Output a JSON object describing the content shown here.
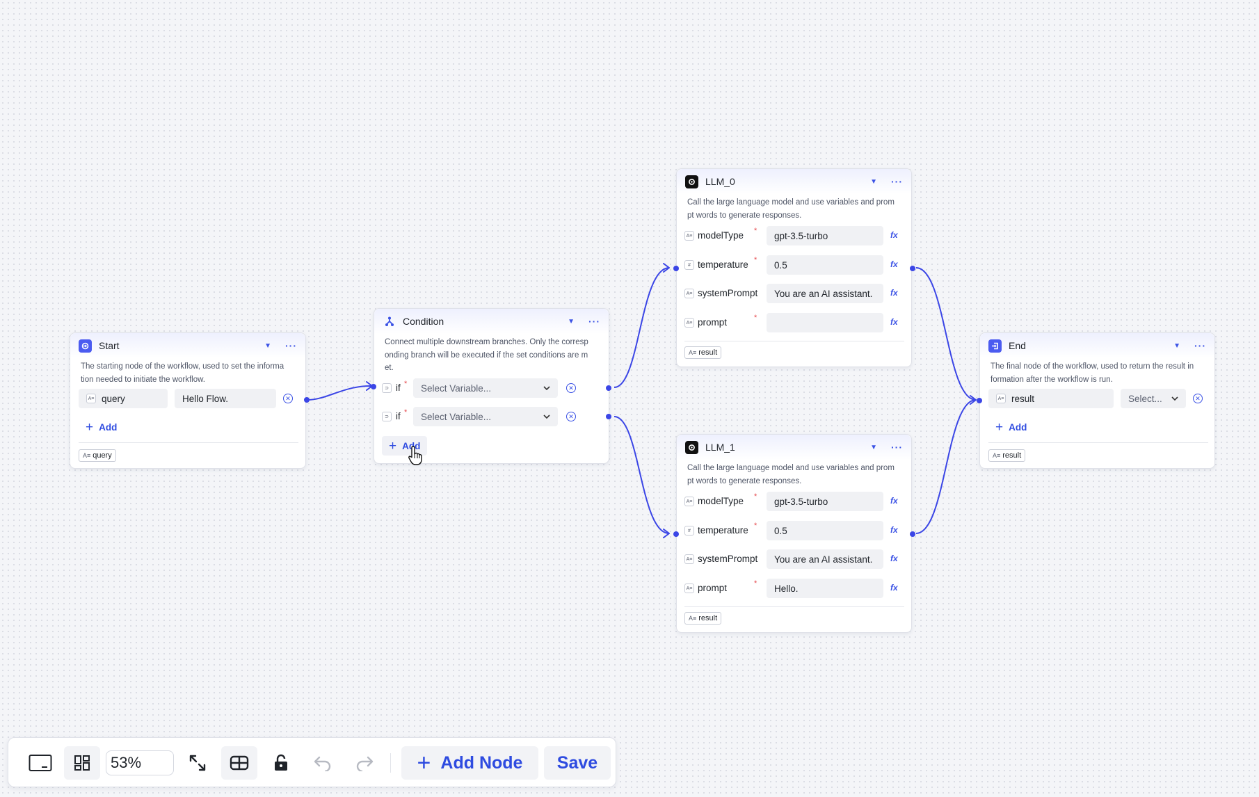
{
  "colors": {
    "accent": "#3b52e5",
    "edge": "#3b46e6",
    "required": "#e5484d",
    "field_bg": "#f0f1f4"
  },
  "nodes": {
    "start": {
      "title": "Start",
      "icon": "start-node-icon",
      "desc_lines": [
        "The starting node of the workflow, used to set the informa",
        "tion needed to initiate the workflow."
      ],
      "input_name": "query",
      "input_value": "Hello Flow.",
      "add_label": "Add",
      "output_chip": "query"
    },
    "condition": {
      "title": "Condition",
      "icon": "branch-icon",
      "desc_lines": [
        "Connect multiple downstream branches. Only the corresp",
        "onding branch will be executed if the set conditions are m",
        "et."
      ],
      "branches": [
        {
          "label": "if",
          "placeholder": "Select Variable..."
        },
        {
          "label": "if",
          "placeholder": "Select Variable..."
        }
      ],
      "add_label": "Add"
    },
    "llm0": {
      "title": "LLM_0",
      "icon": "openai-icon",
      "desc_lines": [
        "Call the large language model and use variables and prom",
        "pt words to generate responses."
      ],
      "params": [
        {
          "name": "modelType",
          "value": "gpt-3.5-turbo",
          "required": true
        },
        {
          "name": "temperature",
          "value": "0.5",
          "required": true
        },
        {
          "name": "systemPrompt",
          "value": "You are an AI assistant.",
          "required": false
        },
        {
          "name": "prompt",
          "value": "",
          "required": true
        }
      ],
      "output_chip": "result"
    },
    "llm1": {
      "title": "LLM_1",
      "icon": "openai-icon",
      "desc_lines": [
        "Call the large language model and use variables and prom",
        "pt words to generate responses."
      ],
      "params": [
        {
          "name": "modelType",
          "value": "gpt-3.5-turbo",
          "required": true
        },
        {
          "name": "temperature",
          "value": "0.5",
          "required": true
        },
        {
          "name": "systemPrompt",
          "value": "You are an AI assistant.",
          "required": false
        },
        {
          "name": "prompt",
          "value": "Hello.",
          "required": true
        }
      ],
      "output_chip": "result"
    },
    "end": {
      "title": "End",
      "icon": "end-node-icon",
      "desc_lines": [
        "The final node of the workflow, used to return the result in",
        "formation after the workflow is run."
      ],
      "input_name": "result",
      "select_placeholder": "Select...",
      "add_label": "Add",
      "output_chip": "result"
    }
  },
  "toolbar": {
    "zoom": "53%",
    "add_node_label": "Add Node",
    "save_label": "Save"
  }
}
